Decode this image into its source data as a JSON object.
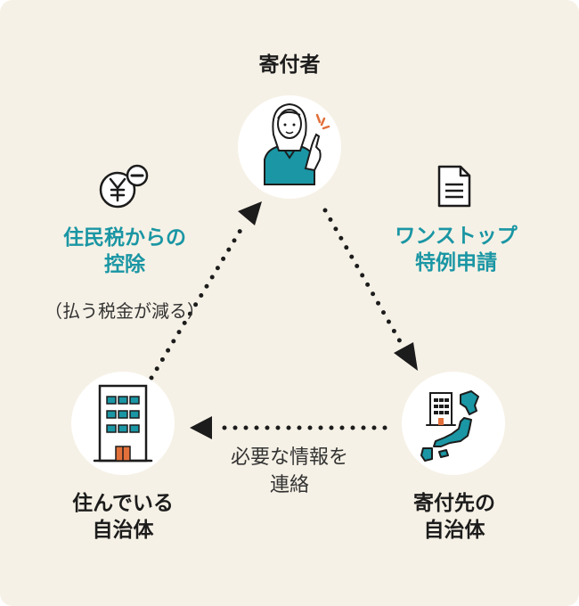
{
  "nodes": {
    "donor": {
      "label": "寄付者"
    },
    "resident_municipality": {
      "line1": "住んでいる",
      "line2": "自治体"
    },
    "donation_municipality": {
      "line1": "寄付先の",
      "line2": "自治体"
    }
  },
  "edges": {
    "one_stop": {
      "line1": "ワンストップ",
      "line2": "特例申請"
    },
    "tax_deduction": {
      "line1": "住民税からの",
      "line2": "控除",
      "note": "（払う税金が減る）"
    },
    "info_contact": {
      "line1": "必要な情報を",
      "line2": "連絡"
    }
  },
  "icons": {
    "donor": "person-pointing-icon",
    "document": "document-icon",
    "yen_minus": "yen-minus-icon",
    "resident_building": "building-icon",
    "japan_map": "japan-map-icon"
  },
  "colors": {
    "background": "#f6f1e6",
    "accent": "#1a96a4",
    "text": "#1c1c1c",
    "building_orange": "#e2703a"
  }
}
